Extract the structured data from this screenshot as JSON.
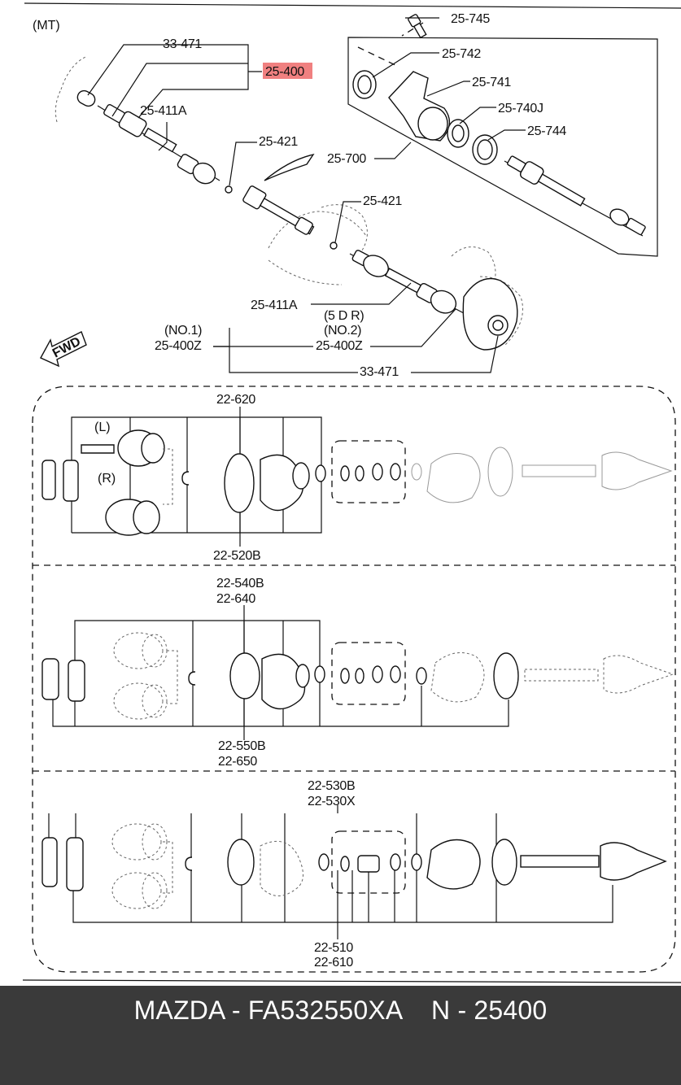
{
  "transmission_tag": "(MT)",
  "highlight_color": "#f08080",
  "labels": {
    "c33471_top": "33-471",
    "c25400": "25-400",
    "c25411A_top": "25-411A",
    "c25421_a": "25-421",
    "c25421_b": "25-421",
    "c25411A_bottom": "25-411A",
    "no1": "(NO.1)",
    "c25400Z_left": "25-400Z",
    "c5dr": "(5 D R)",
    "no2": "(NO.2)",
    "c25400Z_right": "25-400Z",
    "c33471_bottom": "33-471",
    "c25745": "25-745",
    "c25742": "25-742",
    "c25741": "25-741",
    "c25740J": "25-740J",
    "c25744": "25-744",
    "c25700": "25-700",
    "fwd": "FWD",
    "c22620": "22-620",
    "c22520B": "22-520B",
    "c22540B": "22-540B",
    "c22640": "22-640",
    "c22550B": "22-550B",
    "c22650": "22-650",
    "c22530B": "22-530B",
    "c22530X": "22-530X",
    "c22510": "22-510",
    "c22610": "22-610",
    "left_tag": "(L)",
    "right_tag": "(R)"
  },
  "footer": {
    "caption": "MAZDA - FA532550XA    N - 25400"
  }
}
